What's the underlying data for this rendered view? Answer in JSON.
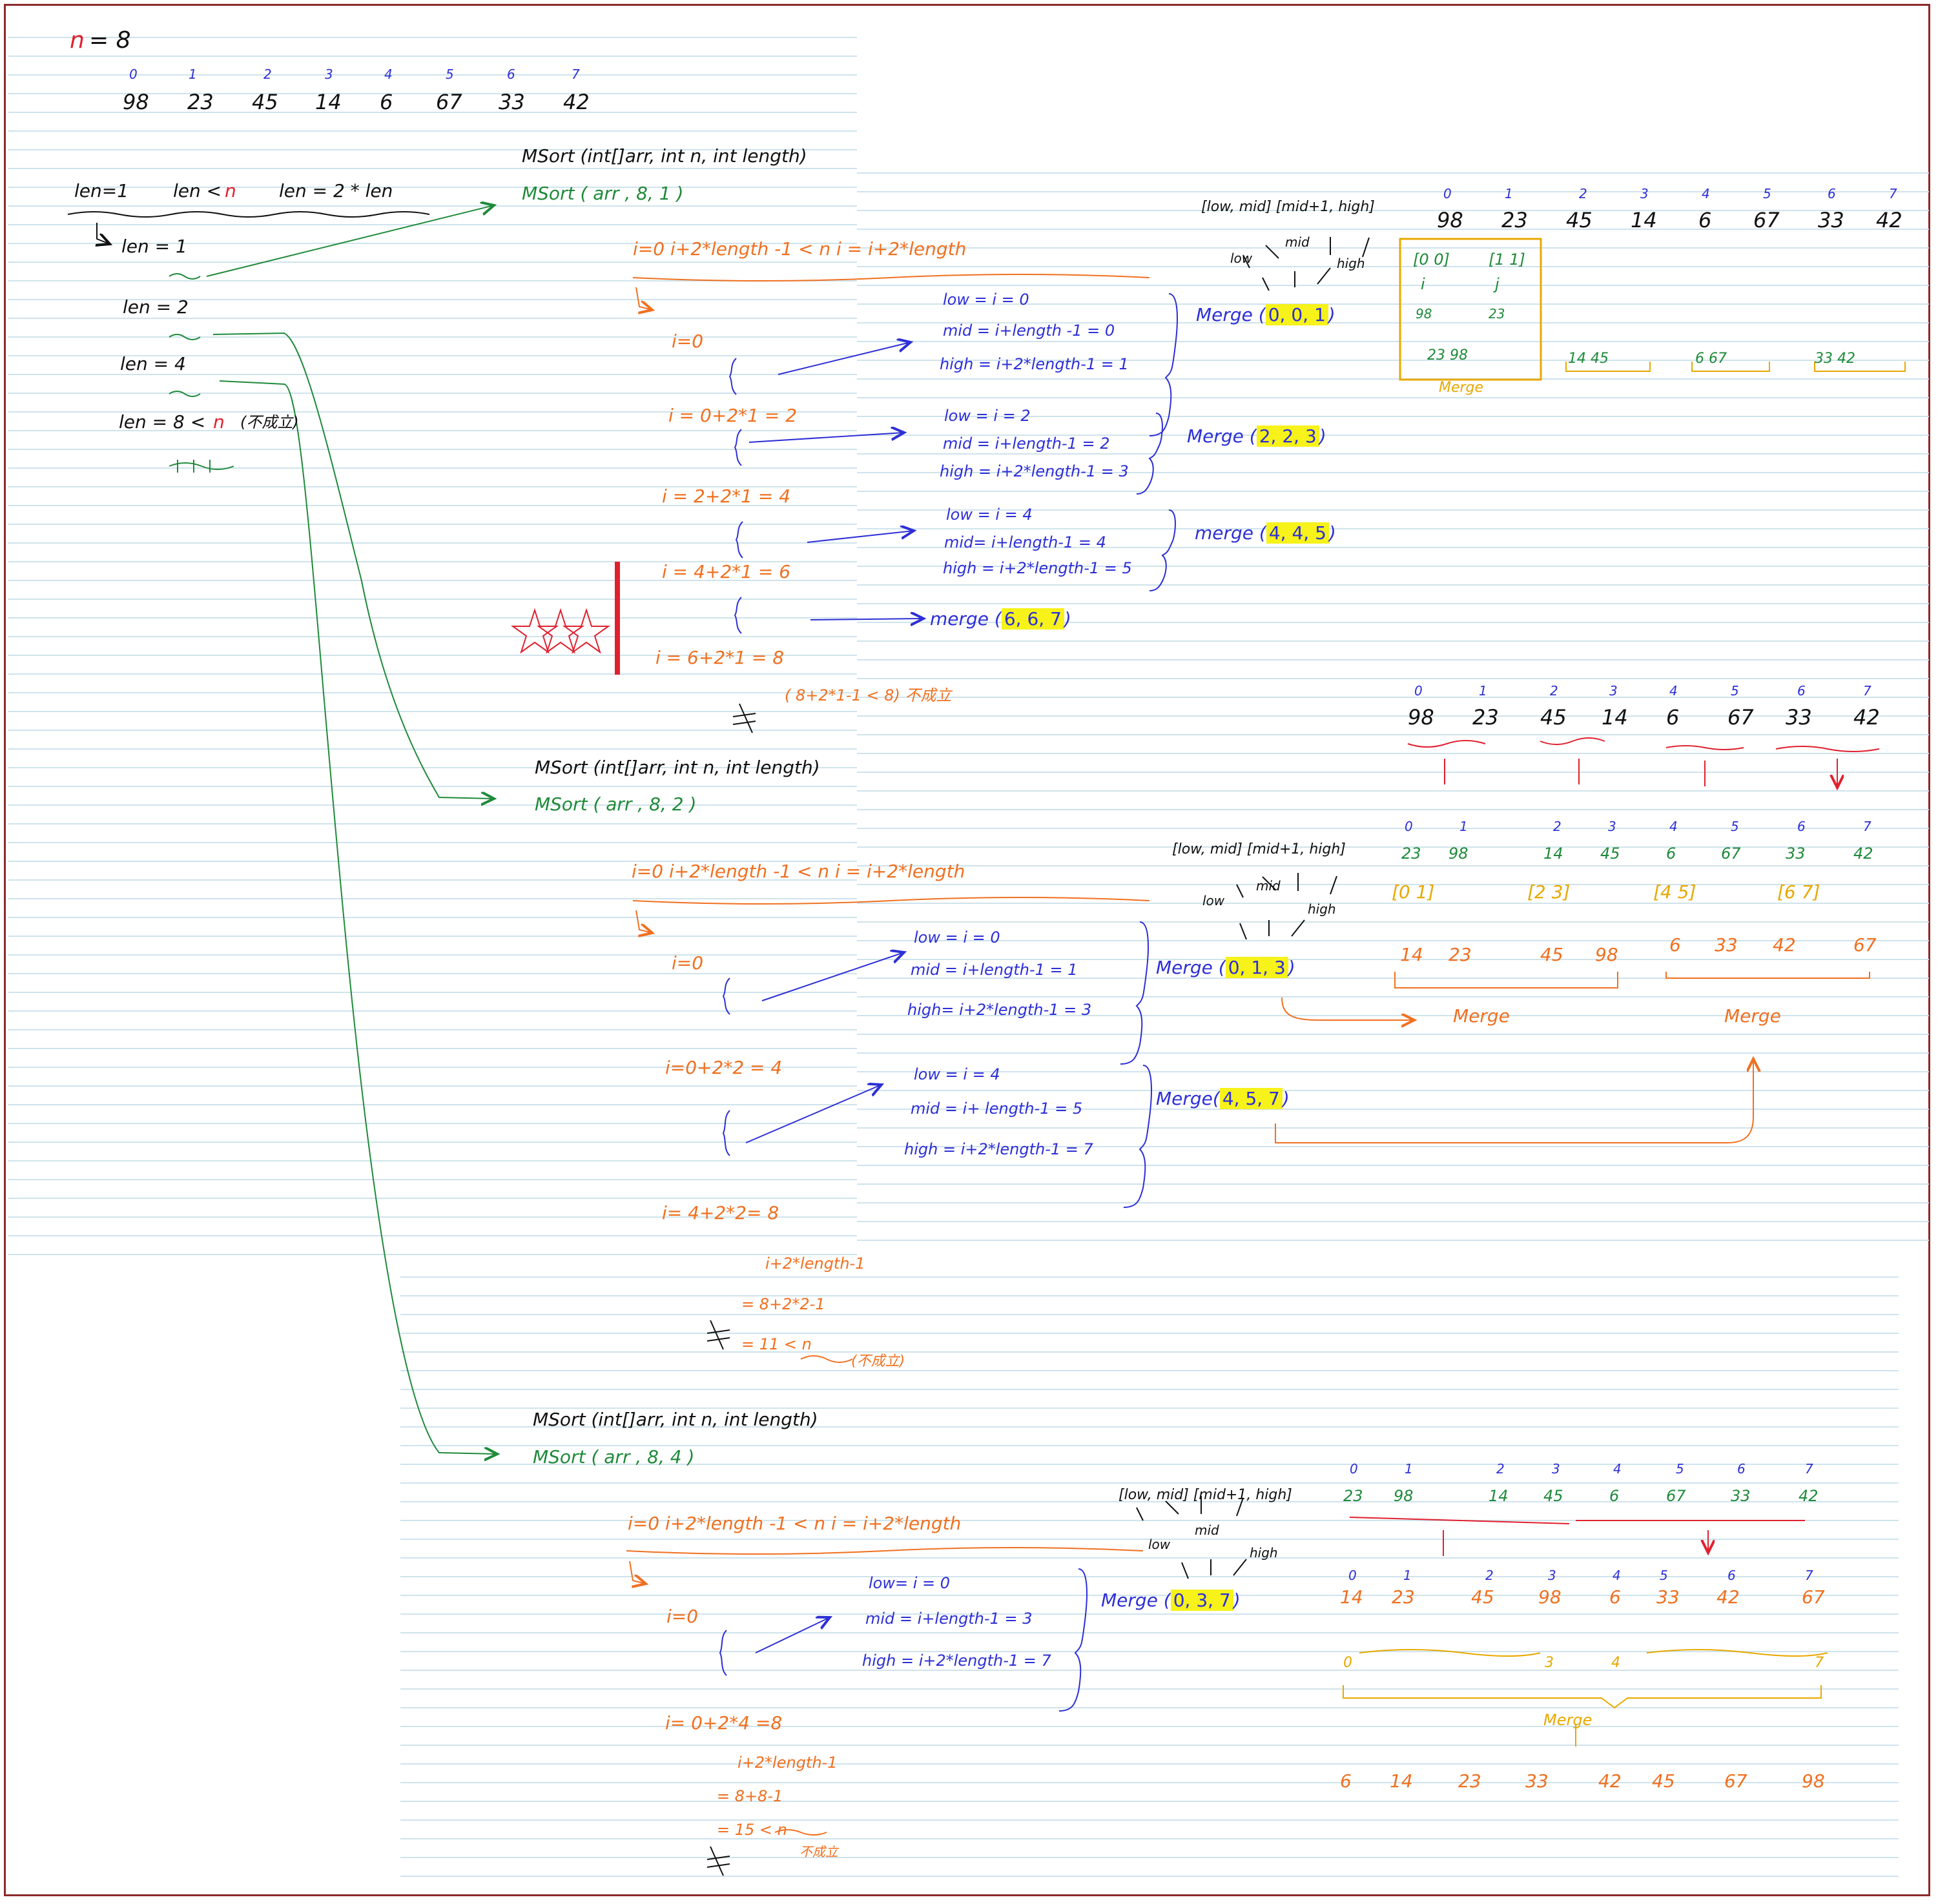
{
  "colors": {
    "black": "#111111",
    "blue": "#2d2fd6",
    "green": "#1f8a3a",
    "orange": "#f07020",
    "red": "#e0202e",
    "yellow": "#e8a800",
    "highlight": "#f6f21a",
    "frame": "#8b2a2a",
    "rule": "#cfe3ec"
  },
  "header": {
    "n_label": "n",
    "n_rest": "= 8",
    "indices": [
      "0",
      "1",
      "2",
      "3",
      "4",
      "5",
      "6",
      "7"
    ],
    "values": [
      "98",
      "23",
      "45",
      "14",
      "6",
      "67",
      "33",
      "42"
    ]
  },
  "outer_loop": {
    "init": "len=1",
    "cond_pre": "len <",
    "cond_n": "n",
    "update": "len = 2 * len",
    "len1": "len = 1",
    "len2": "len = 2",
    "len4": "len = 4",
    "len8_pre": "len = 8  <",
    "len8_n": "n",
    "len8_post": "(不成立)"
  },
  "sig": "MSort (int[]arr, int n,  int length)",
  "s1": {
    "call": "MSort (  arr ,   8,      1   )",
    "loop": "i=0     i+2*length -1 < n     i = i+2*length",
    "i_steps": [
      "i=0",
      "i = 0+2*1 = 2",
      "i =  2+2*1 = 4",
      "i =  4+2*1 = 6",
      "i =  6+2*1 = 8"
    ],
    "fail": "( 8+2*1-1 < 8) 不成立",
    "g1": [
      "low = i = 0",
      "mid = i+length -1 = 0",
      "high = i+2*length-1 = 1"
    ],
    "g2": [
      "low = i = 2",
      "mid = i+length-1 = 2",
      "high = i+2*length-1 = 3"
    ],
    "g3": [
      "low = i = 4",
      "mid= i+length-1 = 4",
      "high = i+2*length-1 = 5"
    ],
    "m1": "Merge (",
    "m1_args": "0, 0, 1",
    "m2": "Merge (",
    "m2_args": "2, 2, 3",
    "m3": "merge (",
    "m3_args": "4, 4, 5",
    "m4": "merge  (",
    "m4_args": "6, 6,  7",
    "close": ")",
    "arr_idx": [
      "0",
      "1",
      "2",
      "3",
      "4",
      "5",
      "6",
      "7"
    ],
    "arr_vals": [
      "98",
      "23",
      "45",
      "14",
      "6",
      "67",
      "33",
      "42"
    ],
    "box_left": "[0   0]",
    "box_right": "[1   1]",
    "box_i": "i",
    "box_j": "j",
    "box_98": "98",
    "box_23": "23",
    "pairs": [
      "23     98",
      "14      45",
      "6       67",
      "33        42"
    ],
    "merge_label": "Merge"
  },
  "ranges": {
    "head": "[low, mid]  [mid+1, high]",
    "mid": "mid",
    "low": "low",
    "high": "high"
  },
  "s2": {
    "call": "MSort (  arr ,    8,      2     )",
    "loop": "i=0     i+2*length -1 < n     i = i+2*length",
    "i_steps": [
      "i=0",
      "i=0+2*2 = 4",
      "i=  4+2*2= 8"
    ],
    "g1": [
      "low = i = 0",
      "mid = i+length-1 = 1",
      "high= i+2*length-1 = 3"
    ],
    "g2": [
      "low = i = 4",
      "mid = i+ length-1 = 5",
      "high =  i+2*length-1 = 7"
    ],
    "m1": "Merge (",
    "m1_args": "0, 1, 3",
    "m2": "Merge(",
    "m2_args": "4, 5, 7",
    "close": ")",
    "calc": [
      "i+2*length-1",
      "= 8+2*2-1",
      "= 11  < n",
      "(不成立)"
    ],
    "top_idx": [
      "0",
      "1",
      "2",
      "3",
      "4",
      "5",
      "6",
      "7"
    ],
    "top_vals": [
      "98",
      "23",
      "45",
      "14",
      "6",
      "67",
      "33",
      "42"
    ],
    "sorted_idx": [
      "0",
      "1",
      "2",
      "3",
      "4",
      "5",
      "6",
      "7"
    ],
    "sorted_vals": [
      "23",
      "98",
      "14",
      "45",
      "6",
      "67",
      "33",
      "42"
    ],
    "brackets": [
      "[0     1]",
      "[2     3]",
      "[4    5]",
      "[6     7]"
    ],
    "merged_left": [
      "14",
      "23",
      "45",
      "98"
    ],
    "merged_right": [
      "6",
      "33",
      "42",
      "67"
    ],
    "merge_label": "Merge"
  },
  "s3": {
    "call": "MSort (  arr ,     8,        4     )",
    "loop": "i=0     i+2*length -1 < n     i = i+2*length",
    "i_steps": [
      "i=0",
      "i=  0+2*4 =8"
    ],
    "g1": [
      "low= i = 0",
      "mid = i+length-1 = 3",
      "high = i+2*length-1 = 7"
    ],
    "m1": "Merge (",
    "m1_args": "0, 3, 7",
    "close": ")",
    "calc": [
      "i+2*length-1",
      "= 8+8-1",
      "= 15  < n",
      "不成立"
    ],
    "top_idx": [
      "0",
      "1",
      "2",
      "3",
      "4",
      "5",
      "6",
      "7"
    ],
    "top_vals": [
      "23",
      "98",
      "14",
      "45",
      "6",
      "67",
      "33",
      "42"
    ],
    "mid_idx": [
      "0",
      "1",
      "2",
      "3",
      "4",
      "5",
      "6",
      "7"
    ],
    "mid_vals": [
      "14",
      "23",
      "45",
      "98",
      "6",
      "33",
      "42",
      "67"
    ],
    "range_labels": [
      "0",
      "3",
      "4",
      "7"
    ],
    "merge_label": "Merge",
    "final": [
      "6",
      "14",
      "23",
      "33",
      "42",
      "45",
      "67",
      "98"
    ]
  }
}
